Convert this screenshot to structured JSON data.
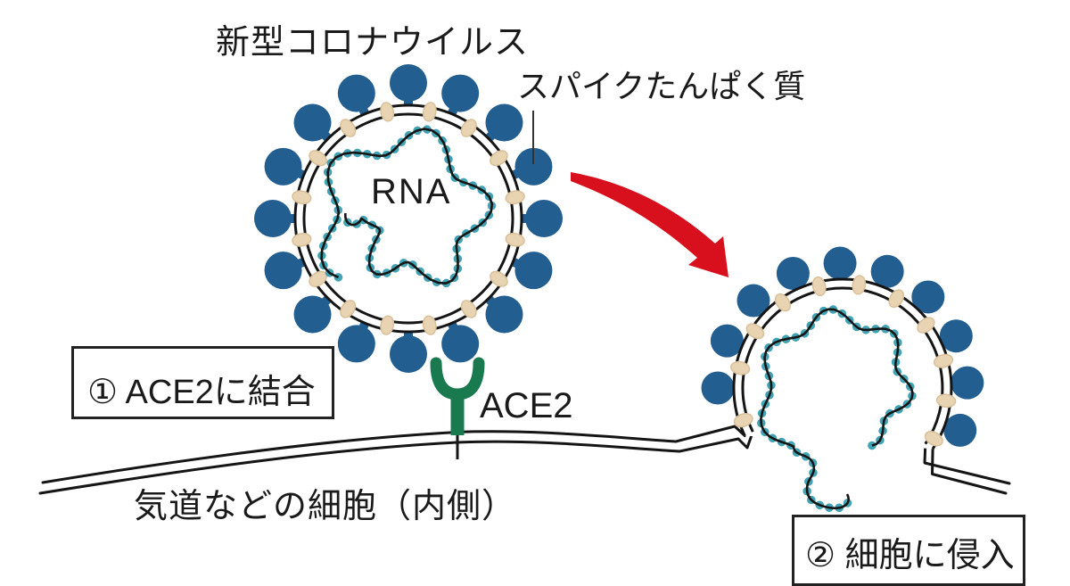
{
  "labels": {
    "virus_title": "新型コロナウイルス",
    "spike_protein": "スパイクたんぱく質",
    "rna": "RNA",
    "step1": "① ACE2に結合",
    "ace2": "ACE2",
    "cell": "気道などの細胞（内側）",
    "step2": "② 細胞に侵入"
  },
  "colors": {
    "virus_blue": "#235e90",
    "membrane_protein_beige": "#e8d4b2",
    "beige_edge": "#d9c09a",
    "rna_teal": "#42a3b4",
    "ace2_green": "#1a7a4f",
    "arrow_red": "#d8101e",
    "line_black": "#151515"
  }
}
